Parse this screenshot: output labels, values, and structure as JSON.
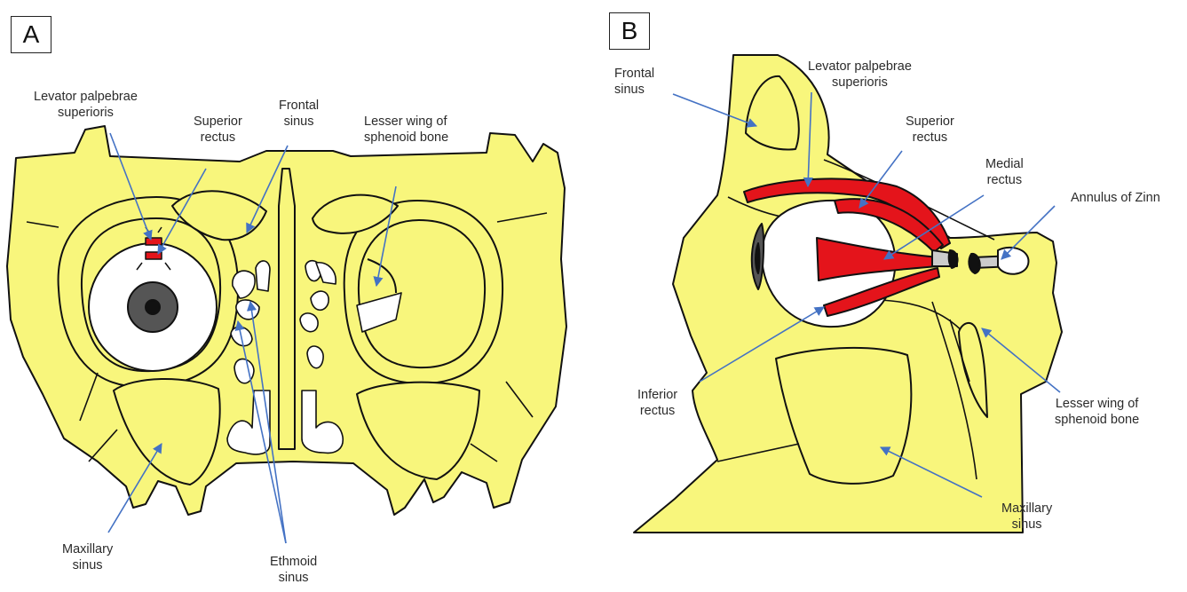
{
  "colors": {
    "bone": "#f8f67c",
    "outline": "#111111",
    "muscle": "#e4141b",
    "arrow": "#4472c4",
    "eye_white": "#ffffff",
    "iris": "#555555",
    "pupil": "#111111"
  },
  "panels": {
    "a": {
      "letter": "A",
      "labels": {
        "levator": [
          "Levator palpebrae",
          "superioris"
        ],
        "superior_rectus": [
          "Superior",
          "rectus"
        ],
        "frontal_sinus": [
          "Frontal",
          "sinus"
        ],
        "lesser_wing": [
          "Lesser wing of",
          "sphenoid bone"
        ],
        "maxillary_sinus": [
          "Maxillary",
          "sinus"
        ],
        "ethmoid_sinus": [
          "Ethmoid",
          "sinus"
        ]
      }
    },
    "b": {
      "letter": "B",
      "labels": {
        "frontal_sinus": [
          "Frontal",
          "sinus"
        ],
        "levator": [
          "Levator palpebrae",
          "superioris"
        ],
        "superior_rectus": [
          "Superior",
          "rectus"
        ],
        "medial_rectus": [
          "Medial",
          "rectus"
        ],
        "annulus": [
          "Annulus of Zinn"
        ],
        "inferior_rectus": [
          "Inferior",
          "rectus"
        ],
        "lesser_wing": [
          "Lesser wing of",
          "sphenoid bone"
        ],
        "maxillary_sinus": [
          "Maxillary",
          "sinus"
        ]
      }
    }
  }
}
